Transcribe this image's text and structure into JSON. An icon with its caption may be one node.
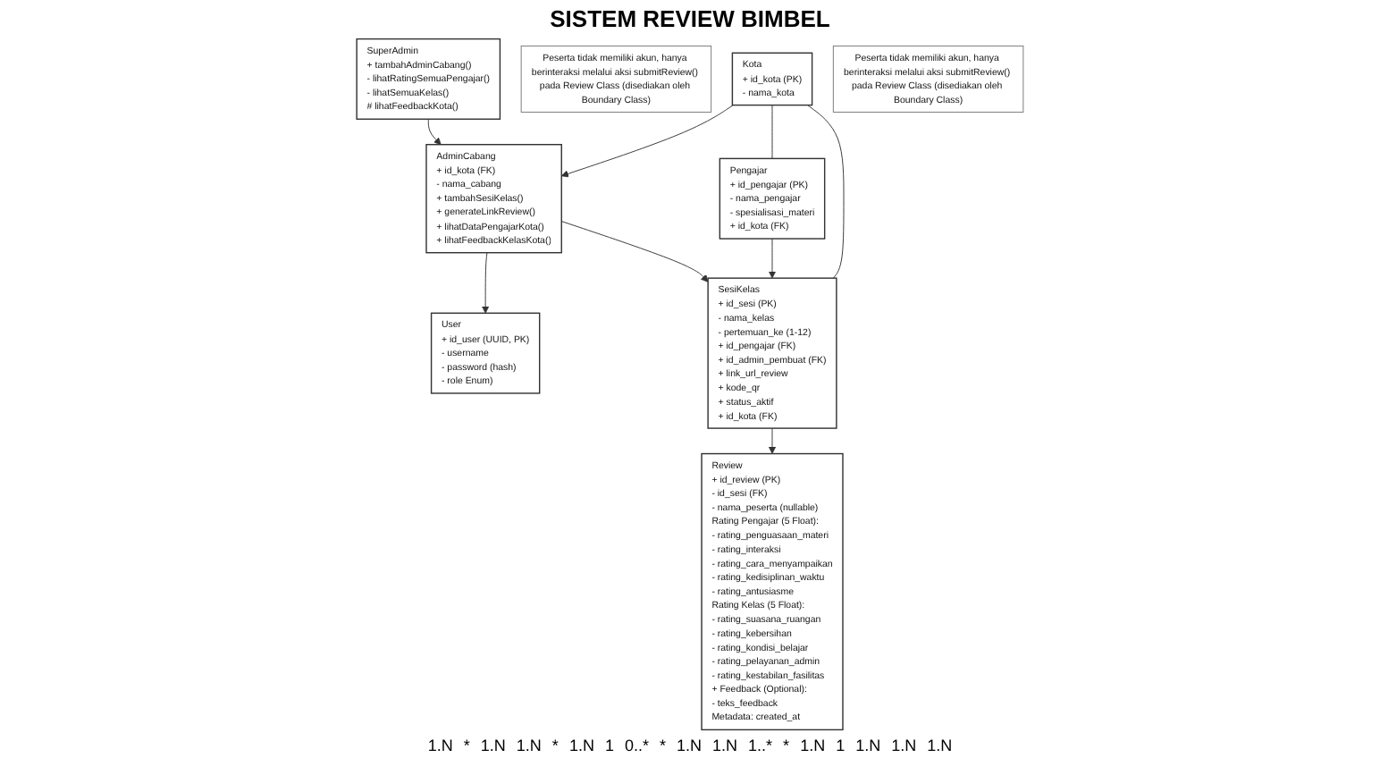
{
  "diagram": {
    "title": "SISTEM REVIEW BIMBEL",
    "nodes": [
      {
        "text": [
          "User",
          "+ id_user (UUID, PK)",
          "- username",
          "- password (hash)",
          "- role Enum)"
        ]
      },
      {
        "text": [
          "Kota",
          "+ id_kota (PK)",
          "- nama_kota"
        ]
      },
      {
        "text": [
          "Pengajar",
          "+ id_pengajar (PK)",
          "- nama_pengajar",
          "- spesialisasi_materi",
          "+ id_kota (FK)"
        ]
      },
      {
        "text": [
          "Peserta tidak memiliki akun, hanya berinteraksi melalui aksi submitReview() pada Review Class (disediakan oleh Boundary Class)"
        ]
      },
      {
        "text": [
          "AdminCabang",
          "+ id_kota (FK)",
          "- nama_cabang",
          "+ tambahSesiKelas()",
          "+ generateLinkReview()",
          "+ lihatDataPengajarKota()",
          "+ lihatFeedbackKelasKota()"
        ]
      },
      {
        "text": [
          "SesiKelas",
          "+ id_sesi (PK)",
          "- nama_kelas",
          "- pertemuan_ke (1-12)",
          "+ id_pengajar (FK)",
          "+ id_admin_pembuat (FK)",
          "+ link_url_review",
          "+ kode_qr",
          "+ status_aktif",
          "+ id_kota (FK)"
        ]
      },
      {
        "text": [
          "Review",
          "+ id_review (PK)",
          "- id_sesi (FK)",
          "- nama_peserta (nullable)",
          "Rating Pengajar (5 Float):",
          "- rating_penguasaan_materi",
          "- rating_interaksi",
          "- rating_cara_menyampaikan",
          "- rating_kedisiplinan_waktu",
          "- rating_antusiasme",
          "Rating Kelas (5 Float):",
          "- rating_suasana_ruangan",
          "- rating_kebersihan",
          "- rating_kondisi_belajar",
          "- rating_pelayanan_admin",
          "- rating_kestabilan_fasilitas",
          "+ Feedback (Optional):",
          "- teks_feedback",
          "Metadata: created_at"
        ]
      },
      {
        "text": [
          "SuperAdmin",
          "+ tambahAdminCabang()",
          "- lihatRatingSemuaPengajar()",
          "- lihatSemuaKelas()",
          "# lihatFeedbackKota()"
        ]
      },
      {
        "text": [
          "Peserta tidak memiliki akun, hanya berinteraksi melalui aksi submitReview() pada Review Class (disediakan oleh Boundary Class)"
        ]
      }
    ],
    "edges": [
      {
        "from": 4,
        "to": 0,
        "arrow": "to"
      },
      {
        "from": 7,
        "to": 4,
        "arrow": "to"
      },
      {
        "from": 1,
        "to": 4,
        "arrow": "to"
      },
      {
        "from": 1,
        "to": 2,
        "arrow": "none"
      },
      {
        "from": 1,
        "to": 5,
        "arrow": "none"
      },
      {
        "from": 2,
        "to": 5,
        "arrow": "to"
      },
      {
        "from": 4,
        "to": 5,
        "arrow": "to"
      },
      {
        "from": 5,
        "to": 6,
        "arrow": "to"
      }
    ],
    "labels": [
      "1.N",
      "*",
      "1.N",
      "1.N",
      "*",
      "1.N",
      "1",
      "0..*",
      "*",
      "1.N",
      "1.N",
      "1..*",
      "*",
      "1.N",
      "1",
      "1.N",
      "1.N",
      "1.N"
    ]
  }
}
